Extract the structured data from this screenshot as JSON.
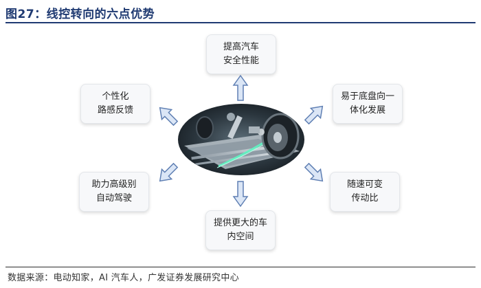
{
  "title": "图27：线控转向的六点优势",
  "source": "数据来源：电动知家，AI 汽车人，广发证券发展研究中心",
  "advantages": [
    {
      "line1": "提高汽车",
      "line2": "安全性能"
    },
    {
      "line1": "易于底盘向一",
      "line2": "体化发展"
    },
    {
      "line1": "随速可变",
      "line2": "传动比"
    },
    {
      "line1": "提供更大的车",
      "line2": "内空间"
    },
    {
      "line1": "助力高级别",
      "line2": "自动驾驶"
    },
    {
      "line1": "个性化",
      "line2": "路感反馈"
    }
  ],
  "colors": {
    "title": "#1f3a72",
    "arrow_fill": "#dbe6f6",
    "arrow_stroke": "#5f7fb3",
    "card_bg": "#f7f8fa"
  },
  "icons": [
    "arrow-up-icon",
    "arrow-up-right-icon",
    "arrow-down-right-icon",
    "arrow-down-icon",
    "arrow-down-left-icon",
    "arrow-up-left-icon"
  ]
}
